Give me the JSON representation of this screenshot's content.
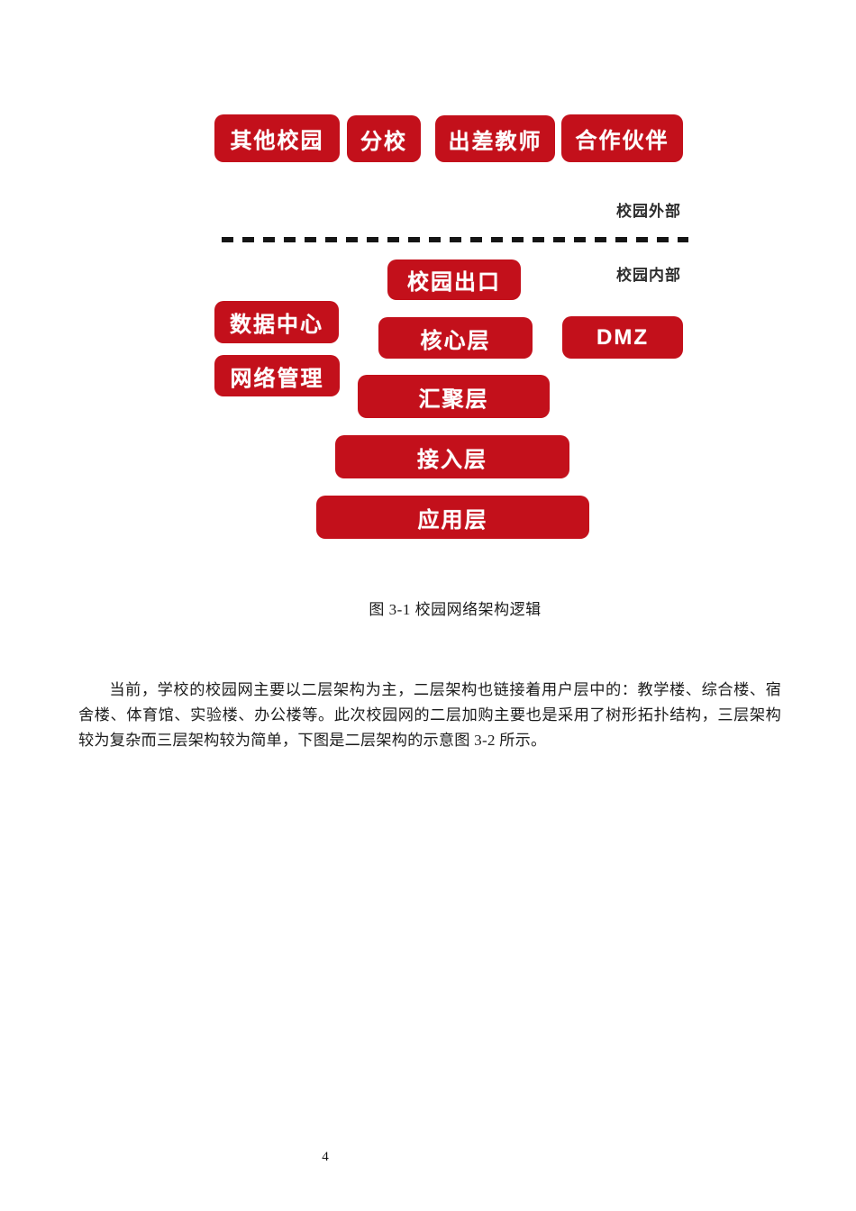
{
  "colors": {
    "box_red": "#c3101b",
    "box_text": "#ffffff",
    "zone_label": "#2e2e2e",
    "dash": "#151515",
    "body_text": "#1c1c1c"
  },
  "figure": {
    "boxes": {
      "other_campus": "其他校园",
      "branch_school": "分校",
      "traveling_teachers": "出差教师",
      "partners": "合作伙伴",
      "campus_exit": "校园出口",
      "data_center": "数据中心",
      "core_layer": "核心层",
      "dmz": "DMZ",
      "network_management": "网络管理",
      "aggregation_layer": "汇聚层",
      "access_layer": "接入层",
      "application_layer": "应用层"
    },
    "labels": {
      "external": "校园外部",
      "internal": "校园内部"
    },
    "caption": "图 3-1 校园网络架构逻辑"
  },
  "paragraph": {
    "text": "当前，学校的校园网主要以二层架构为主，二层架构也链接着用户层中的：教学楼、综合楼、宿舍楼、体育馆、实验楼、办公楼等。此次校园网的二层加购主要也是采用了树形拓扑结构，三层架构较为复杂而三层架构较为简单，下图是二层架构的示意图 3-2 所示。"
  },
  "page": {
    "number": "4"
  }
}
